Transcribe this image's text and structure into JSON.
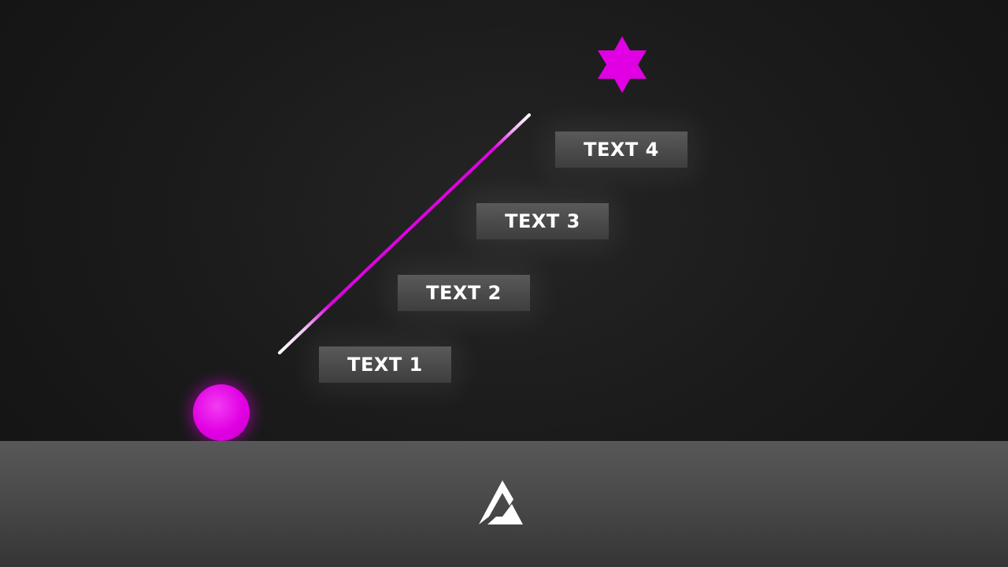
{
  "steps": [
    {
      "label": "TEXT 1"
    },
    {
      "label": "TEXT 2"
    },
    {
      "label": "TEXT 3"
    },
    {
      "label": "TEXT 4"
    }
  ],
  "icons": {
    "ball": "magenta-ball-icon",
    "star": "six-pointed-star-icon",
    "logo": "mountain-logo-icon",
    "trail": "motion-trail-line"
  },
  "colors": {
    "accent": "#e100e3",
    "background": "#1b1b1b",
    "floor": "#4a4a4a",
    "step_box": "#4a4a4a",
    "text": "#ffffff"
  }
}
